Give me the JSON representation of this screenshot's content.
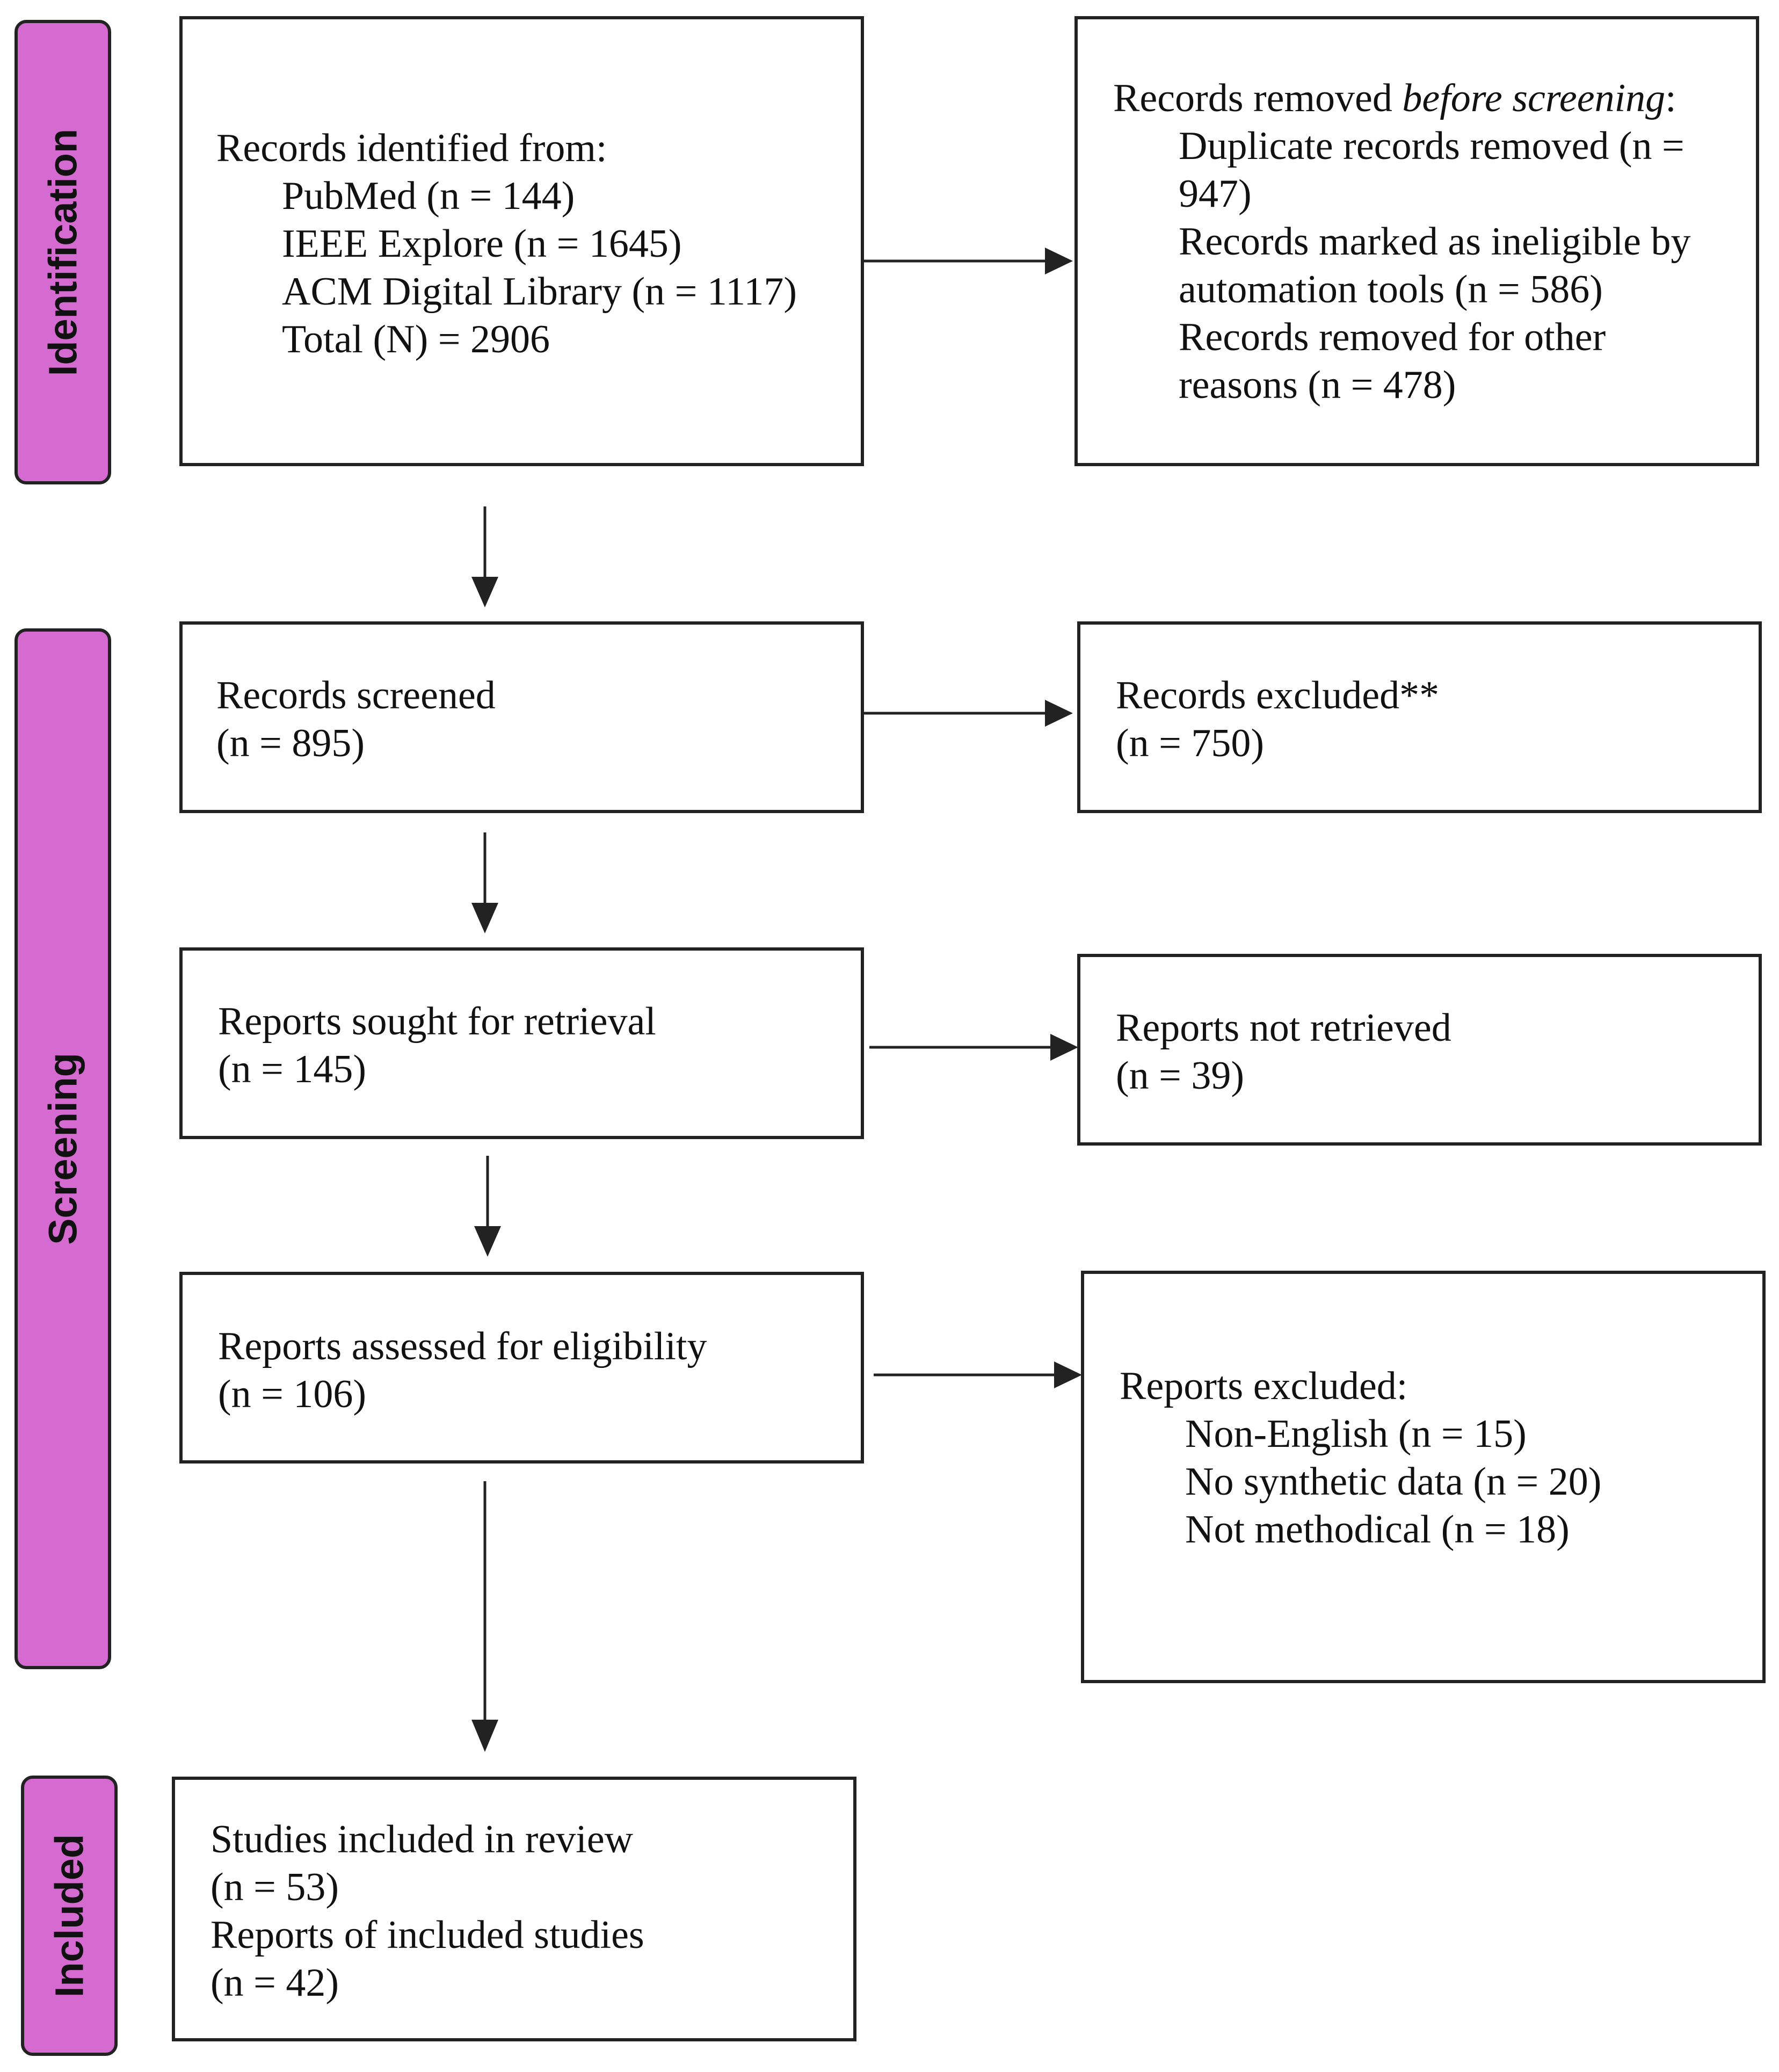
{
  "phases": {
    "identification": "Identification",
    "screening": "Screening",
    "included": "Included"
  },
  "identified": {
    "heading": "Records identified from:",
    "lines": [
      "PubMed (n = 144)",
      "IEEE Explore (n = 1645)",
      "ACM Digital Library (n = 1117)",
      "Total (N) = 2906"
    ]
  },
  "removed_before": {
    "heading_prefix": "Records removed ",
    "heading_emph": "before screening",
    "heading_suffix": ":",
    "lines": [
      "Duplicate records removed (n =",
      "947)",
      "Records marked as ineligible by",
      "automation tools (n = 586)",
      "Records removed for other",
      "reasons (n = 478)"
    ]
  },
  "screened": {
    "line1": "Records screened",
    "line2": "(n = 895)"
  },
  "excluded_records": {
    "line1": "Records excluded**",
    "line2": "(n = 750)"
  },
  "sought": {
    "line1": "Reports sought for retrieval",
    "line2": "(n = 145)"
  },
  "not_retrieved": {
    "line1": "Reports not retrieved",
    "line2": "(n = 39)"
  },
  "assessed": {
    "line1": "Reports assessed for eligibility",
    "line2": "(n = 106)"
  },
  "reports_excluded": {
    "heading": "Reports excluded:",
    "lines": [
      "Non-English (n = 15)",
      "No synthetic data (n = 20)",
      "Not methodical (n = 18)"
    ]
  },
  "included_studies": {
    "lines": [
      "Studies included in review",
      "(n = 53)",
      "Reports of included studies",
      "(n = 42)"
    ]
  },
  "colors": {
    "phase_fill": "#d56ad0",
    "stroke": "#222222"
  }
}
